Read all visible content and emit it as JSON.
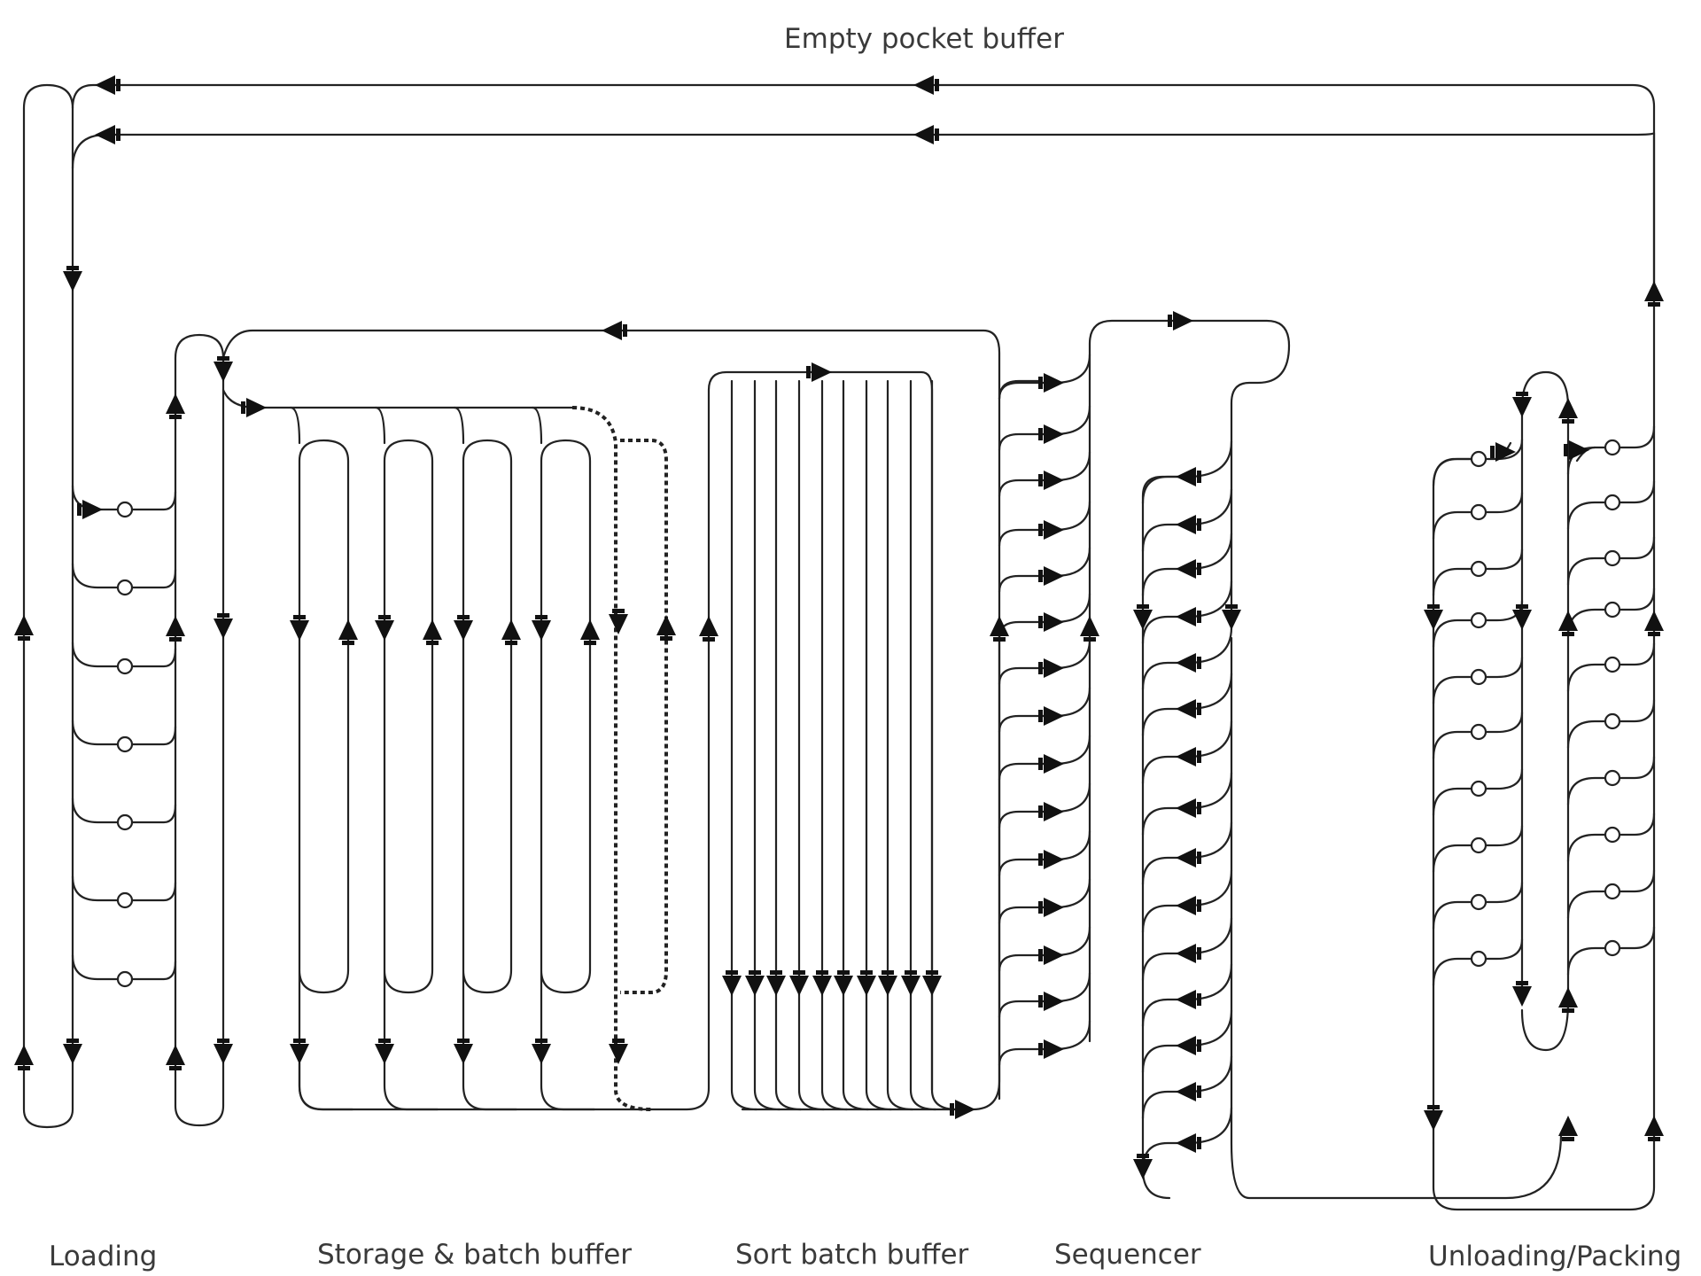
{
  "title": "Empty pocket buffer",
  "sections": {
    "loading": "Loading",
    "storage": "Storage & batch buffer",
    "sort": "Sort batch buffer",
    "sequencer": "Sequencer",
    "unloading": "Unloading/Packing"
  }
}
